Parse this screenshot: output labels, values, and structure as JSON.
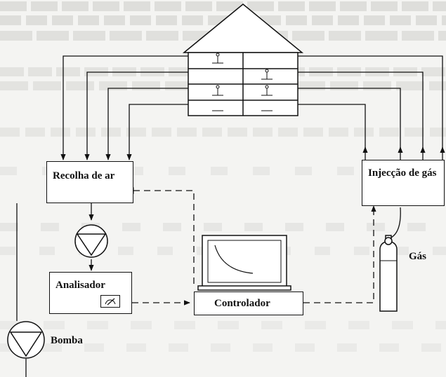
{
  "labels": {
    "recolha": "Recolha de ar",
    "injeccao": "Injecção de gás",
    "analisador": "Analisador",
    "controlador": "Controlador",
    "gas": "Gás",
    "bomba": "Bomba"
  },
  "colors": {
    "ink": "#111111",
    "background": "#f4f4f2",
    "faded_text": "#b9b9b6"
  }
}
